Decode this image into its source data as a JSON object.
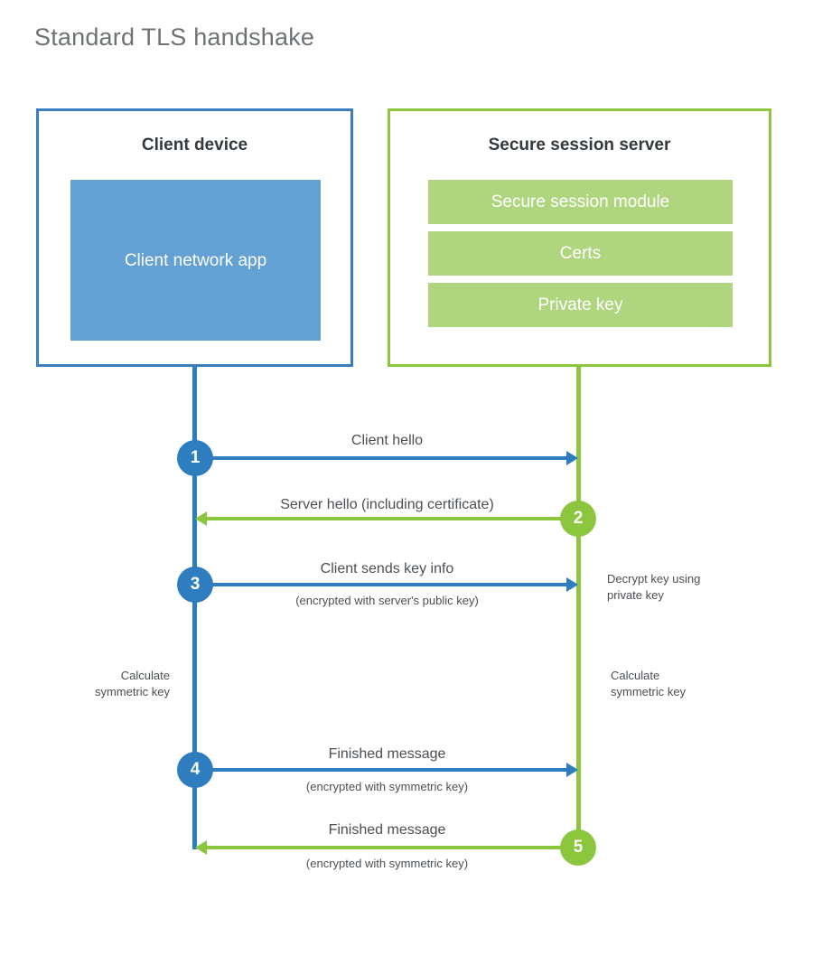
{
  "title": "Standard TLS handshake",
  "colors": {
    "blue_stroke": "#2d7dbf",
    "blue_box_border": "#3a7ebf",
    "blue_fill": "#63a0d4",
    "green_stroke": "#8cc63e",
    "green_fill": "#b0d57f",
    "title_text": "#6d7275",
    "body_text": "#4a4f53",
    "background": "#ffffff"
  },
  "client": {
    "title": "Client device",
    "app_label": "Client network app"
  },
  "server": {
    "title": "Secure session server",
    "blocks": [
      {
        "label": "Secure session module"
      },
      {
        "label": "Certs"
      },
      {
        "label": "Private key"
      }
    ]
  },
  "steps": [
    {
      "number": "1",
      "label": "Client hello",
      "sublabel": "",
      "direction": "client-to-server",
      "color": "blue"
    },
    {
      "number": "2",
      "label": "Server hello (including certificate)",
      "sublabel": "",
      "direction": "server-to-client",
      "color": "green"
    },
    {
      "number": "3",
      "label": "Client sends key info",
      "sublabel": "(encrypted with server's public key)",
      "direction": "client-to-server",
      "color": "blue"
    },
    {
      "number": "4",
      "label": "Finished message",
      "sublabel": "(encrypted with symmetric key)",
      "direction": "client-to-server",
      "color": "blue"
    },
    {
      "number": "5",
      "label": "Finished message",
      "sublabel": "(encrypted with symmetric key)",
      "direction": "server-to-client",
      "color": "green"
    }
  ],
  "annotations": {
    "decrypt_note_line1": "Decrypt key using",
    "decrypt_note_line2": "private key",
    "client_calc_line1": "Calculate",
    "client_calc_line2": "symmetric key",
    "server_calc_line1": "Calculate",
    "server_calc_line2": "symmetric key"
  }
}
